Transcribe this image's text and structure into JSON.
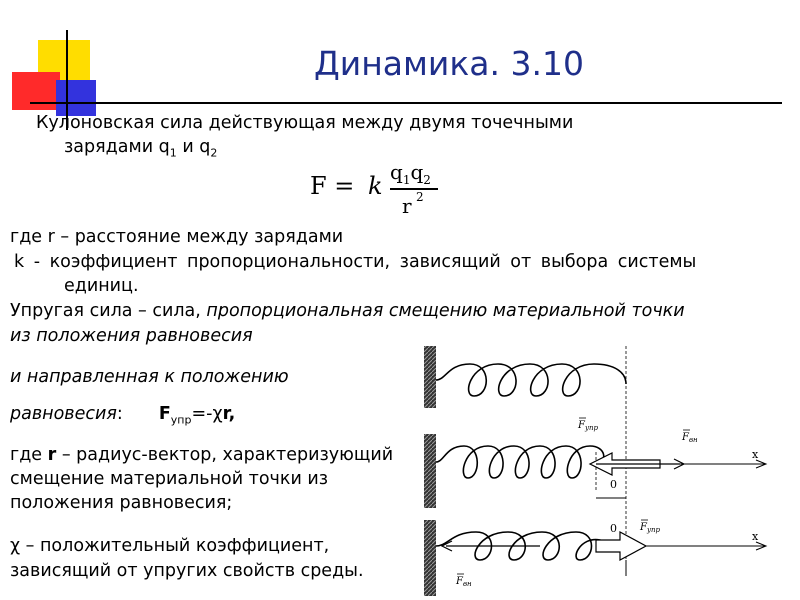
{
  "slide": {
    "title": "Динамика. 3.10",
    "coulomb_line1": "Кулоновская сила действующая между двумя точечными",
    "coulomb_line2_a": "зарядами q",
    "coulomb_line2_sub1": "1",
    "coulomb_line2_b": " и q",
    "coulomb_line2_sub2": "2",
    "formula": {
      "lhs": "F = ",
      "k": "k",
      "num_q1": "q",
      "num_sub1": "1",
      "num_q2": "q",
      "num_sub2": "2",
      "den_r": "r",
      "den_exp": "2"
    },
    "where_r": "где r – расстояние между зарядами",
    "k_line1": "k -  коэффициент пропорциональности, зависящий от выбора системы",
    "k_line2": "единиц.",
    "elastic_a": "Упругая сила – сила, ",
    "elastic_b": "пропорциональная смещению материальной точки",
    "elastic_line2": "из положения равновесия",
    "directed": "и направленная к положению",
    "equilibrium_a": "равновесия",
    "equilibrium_colon": ":",
    "force_F": "F",
    "force_sub": "упр",
    "force_rest": "=-χ",
    "force_r": "r",
    "force_comma": ",",
    "r_def_a": "где ",
    "r_def_r": "r",
    "r_def_b": " – радиус-вектор, характеризующий",
    "r_def_line2": "смещение материальной точки из",
    "r_def_line3": "положения равновесия;",
    "chi_line1": "χ – положительный коэффициент,",
    "chi_line2": "зависящий от упругих свойств среды."
  },
  "diagram": {
    "label_f_upr": "F",
    "label_f_upr_sub": "упр",
    "label_f_vn": "F",
    "label_f_vn_sub": "вн",
    "label_x": "x",
    "label_zero": "0"
  }
}
